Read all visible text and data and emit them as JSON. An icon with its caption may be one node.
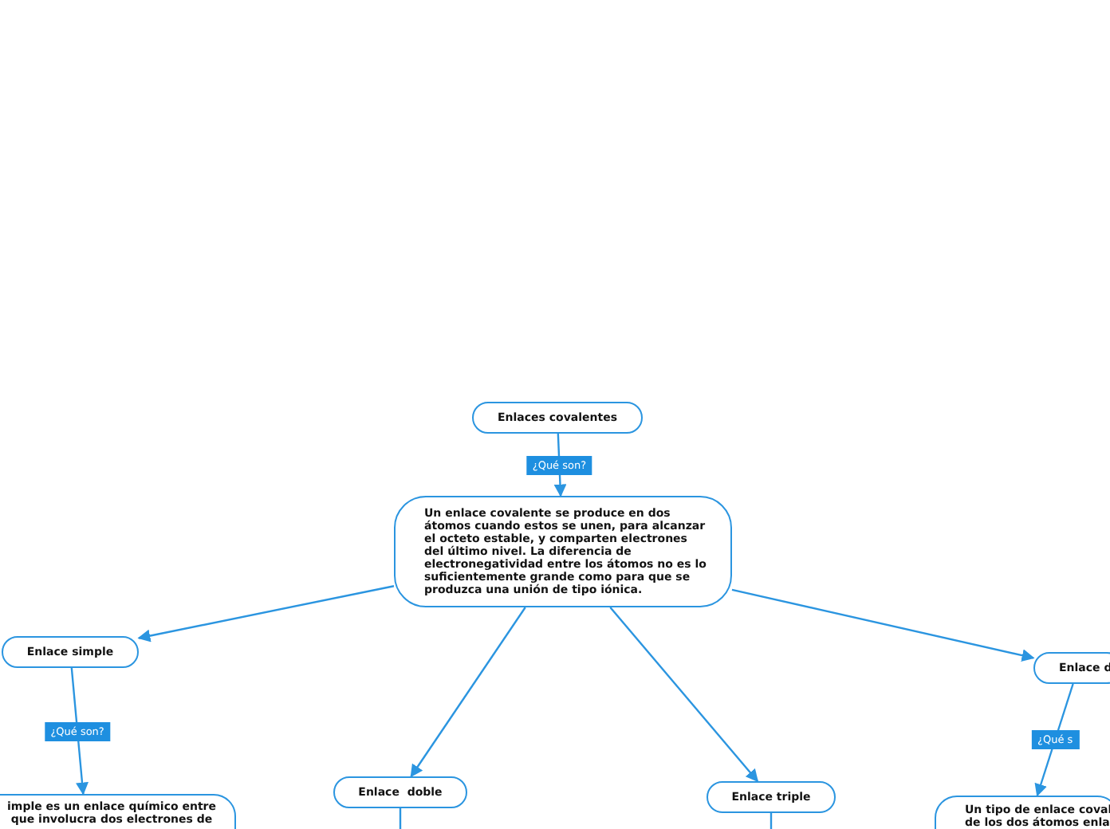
{
  "diagram": {
    "nodes": [
      {
        "text": [
          "Enlaces covalentes"
        ]
      },
      {
        "text": [
          "Un enlace covalente se produce en dos átomos cuando estos se unen, para alcanzar el octeto estable, y comparten electrones del último nivel. La diferencia de electronegatividad entre los átomos no es lo suficientemente grande como para que se produzca una unión de tipo iónica."
        ]
      },
      {
        "text": [
          "Enlace simple"
        ]
      },
      {
        "text": [
          "Enlace  doble"
        ]
      },
      {
        "text": [
          "Enlace triple"
        ]
      },
      {
        "text": [
          "Enlace d"
        ]
      },
      {
        "text": [
          "imple es un enlace químico entre que involucra dos electrones de"
        ]
      },
      {
        "text": [
          "Un tipo de enlace coval de los dos átomos enla"
        ]
      }
    ],
    "edges": [
      {
        "from": 0,
        "to": 1,
        "arrow": "to",
        "label": "¿Qué son?"
      },
      {
        "from": 1,
        "to": 2,
        "arrow": "to"
      },
      {
        "from": 1,
        "to": 3,
        "arrow": "to"
      },
      {
        "from": 1,
        "to": 4,
        "arrow": "to"
      },
      {
        "from": 1,
        "to": 5,
        "arrow": "to"
      },
      {
        "from": 2,
        "to": 6,
        "arrow": "to",
        "label": "¿Qué son?"
      },
      {
        "from": 5,
        "to": 7,
        "arrow": "to",
        "label": "¿Qué s"
      },
      {
        "from": 3,
        "to": null,
        "arrow": "none"
      },
      {
        "from": 4,
        "to": null,
        "arrow": "none"
      }
    ]
  }
}
